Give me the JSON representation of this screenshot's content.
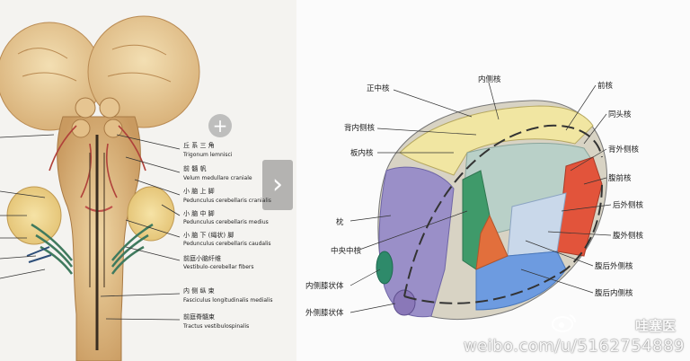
{
  "left_diagram": {
    "labels": [
      {
        "cn": "丘 系 三 角",
        "en": "Trigonum lemnisci"
      },
      {
        "cn": "前 髓 帆",
        "en": "Velum medullare craniale"
      },
      {
        "cn": "小 脑 上 脚",
        "en": "Pedunculus cerebellaris cranialis"
      },
      {
        "cn": "小 脑 中 脚",
        "en": "Pedunculus cerebellaris medius"
      },
      {
        "cn": "小 脑 下 (绳状) 脚",
        "en": "Pedunculus cerebellaris caudalis"
      },
      {
        "cn": "前庭小脑纤维",
        "en": "Vestibulo-cerebellar fibers"
      },
      {
        "cn": "内 侧 纵 束",
        "en": "Fasciculus longitudinalis medialis"
      },
      {
        "cn": "前庭脊髓束",
        "en": "Tractus vestibulospinalis"
      }
    ]
  },
  "right_diagram": {
    "labels": {
      "zheng_zhong": "正中核",
      "nei_fu": "内侧核",
      "qian": "前核",
      "bei_nei_ce": "背内侧核",
      "tong_tou": "同头核",
      "ban_nei": "板内核",
      "bei_wai_ce": "背外侧核",
      "fu_qian": "腹前核",
      "hou_wai_ce": "后外侧核",
      "zhen": "枕",
      "fu_wai_ce": "腹外侧核",
      "zhong_yang_zhong": "中央中核",
      "fu_hou_wai_ce": "腹后外侧核",
      "nei_ce_xi_zhuang": "内侧膝状体",
      "fu_hou_nei_ce": "腹后内侧核",
      "wai_ce_xi_zhuang": "外侧膝状体"
    }
  },
  "ui": {
    "zoom_symbol": "+",
    "next_symbol": "›"
  },
  "watermark": {
    "user": "哇塞医",
    "url": "weibo.com/u/5162754889"
  }
}
